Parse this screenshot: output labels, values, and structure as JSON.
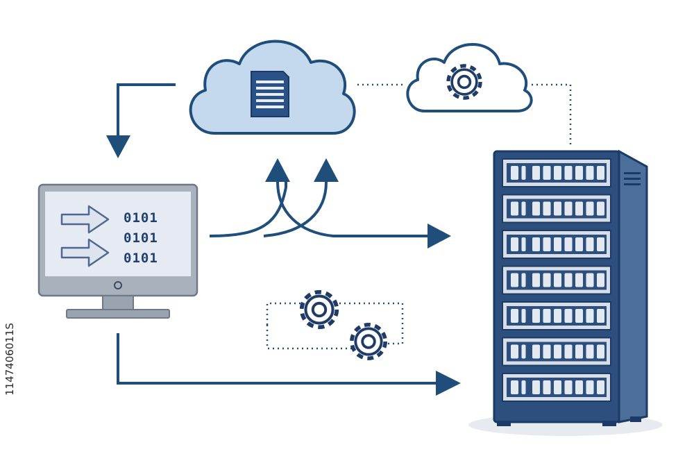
{
  "computer": {
    "binary_lines": [
      "0101",
      "0101",
      "0101"
    ]
  },
  "stock_id": "1147406011S",
  "colors": {
    "navy": "#1f4e7a",
    "dark_navy": "#1c3a66",
    "cloud_fill": "#c4d9ee",
    "screen_fill": "#e6ebf3",
    "monitor_gray": "#a9b1bd",
    "server_body": "#2c4f7d",
    "drive_fill": "#d7dee8",
    "arrow_fill": "#dde4ee"
  },
  "icons": [
    "document-icon",
    "gear-icon",
    "arrow-right-icon",
    "arrow-down-icon",
    "arrow-up-icon",
    "server-rack-icon",
    "monitor-icon",
    "cloud-icon"
  ]
}
